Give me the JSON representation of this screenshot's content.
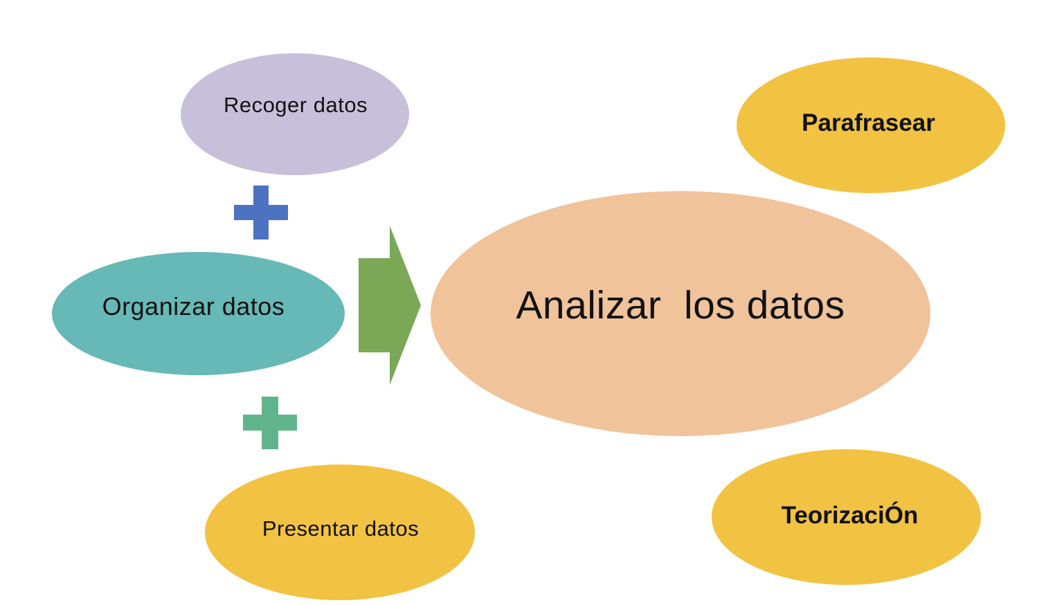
{
  "nodes": {
    "recoger": {
      "label": "Recoger datos",
      "color": "#C8C0DA"
    },
    "organizar": {
      "label": "Organizar datos",
      "color": "#66B9B6"
    },
    "presentar": {
      "label": "Presentar datos",
      "color": "#F2C243"
    },
    "analizar": {
      "label": "Analizar  los datos",
      "color": "#F0C39A"
    },
    "parafrasear": {
      "label": "Parafrasear",
      "color": "#F2C243"
    },
    "teorizacion": {
      "label": "TeorizaciÓn",
      "color": "#F2C243"
    }
  },
  "connectors": {
    "plus_top": {
      "icon": "plus-icon",
      "color": "#4E72C2"
    },
    "plus_bottom": {
      "icon": "plus-icon",
      "color": "#5FB48C"
    },
    "arrow": {
      "icon": "arrow-right-icon",
      "color": "#7BA857"
    }
  }
}
